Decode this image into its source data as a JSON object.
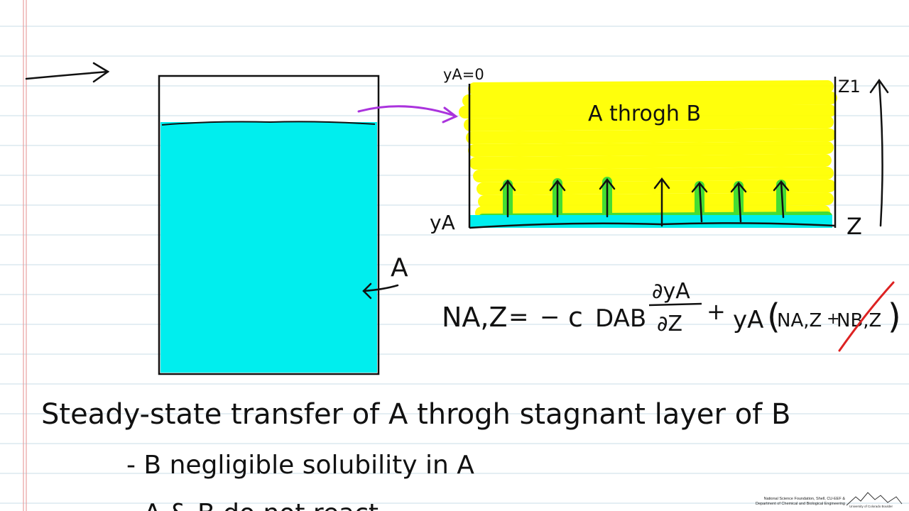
{
  "labels": {
    "component_a": "A",
    "film_text": "A throgh B",
    "ya0": "yA=0",
    "ya": "yA",
    "z1": "Z1",
    "z": "Z"
  },
  "equation": {
    "lhs": "NA,Z",
    "equals": "=",
    "minus": "−",
    "c": "c",
    "dab": "DAB",
    "num": "∂yA",
    "den": "∂Z",
    "plus": "+",
    "ya": "yA",
    "paren_open": "(",
    "na": "NA,Z",
    "plus2": "+",
    "nb": "NB,Z",
    "paren_close": ")"
  },
  "notes": {
    "title": "Steady-state transfer of A throgh stagnant layer of B",
    "bullet1": "- B negligible solubility in A",
    "bullet2": "- A & B do not react"
  },
  "footer": {
    "credit_line1": "National Science Foundation, Shell, CU-EEF &",
    "credit_line2": "Department of Chemical and Biological Engineering",
    "logo_text": "University of Colorado Boulder"
  },
  "colors": {
    "liquid": "#00eeee",
    "highlight_yellow": "#ffff00",
    "highlight_green": "#44dd33",
    "arrow_purple": "#aa33dd",
    "strike_red": "#dd2222",
    "margin_red": "#e8a0a0",
    "rule_blue": "#d4e4ec"
  }
}
